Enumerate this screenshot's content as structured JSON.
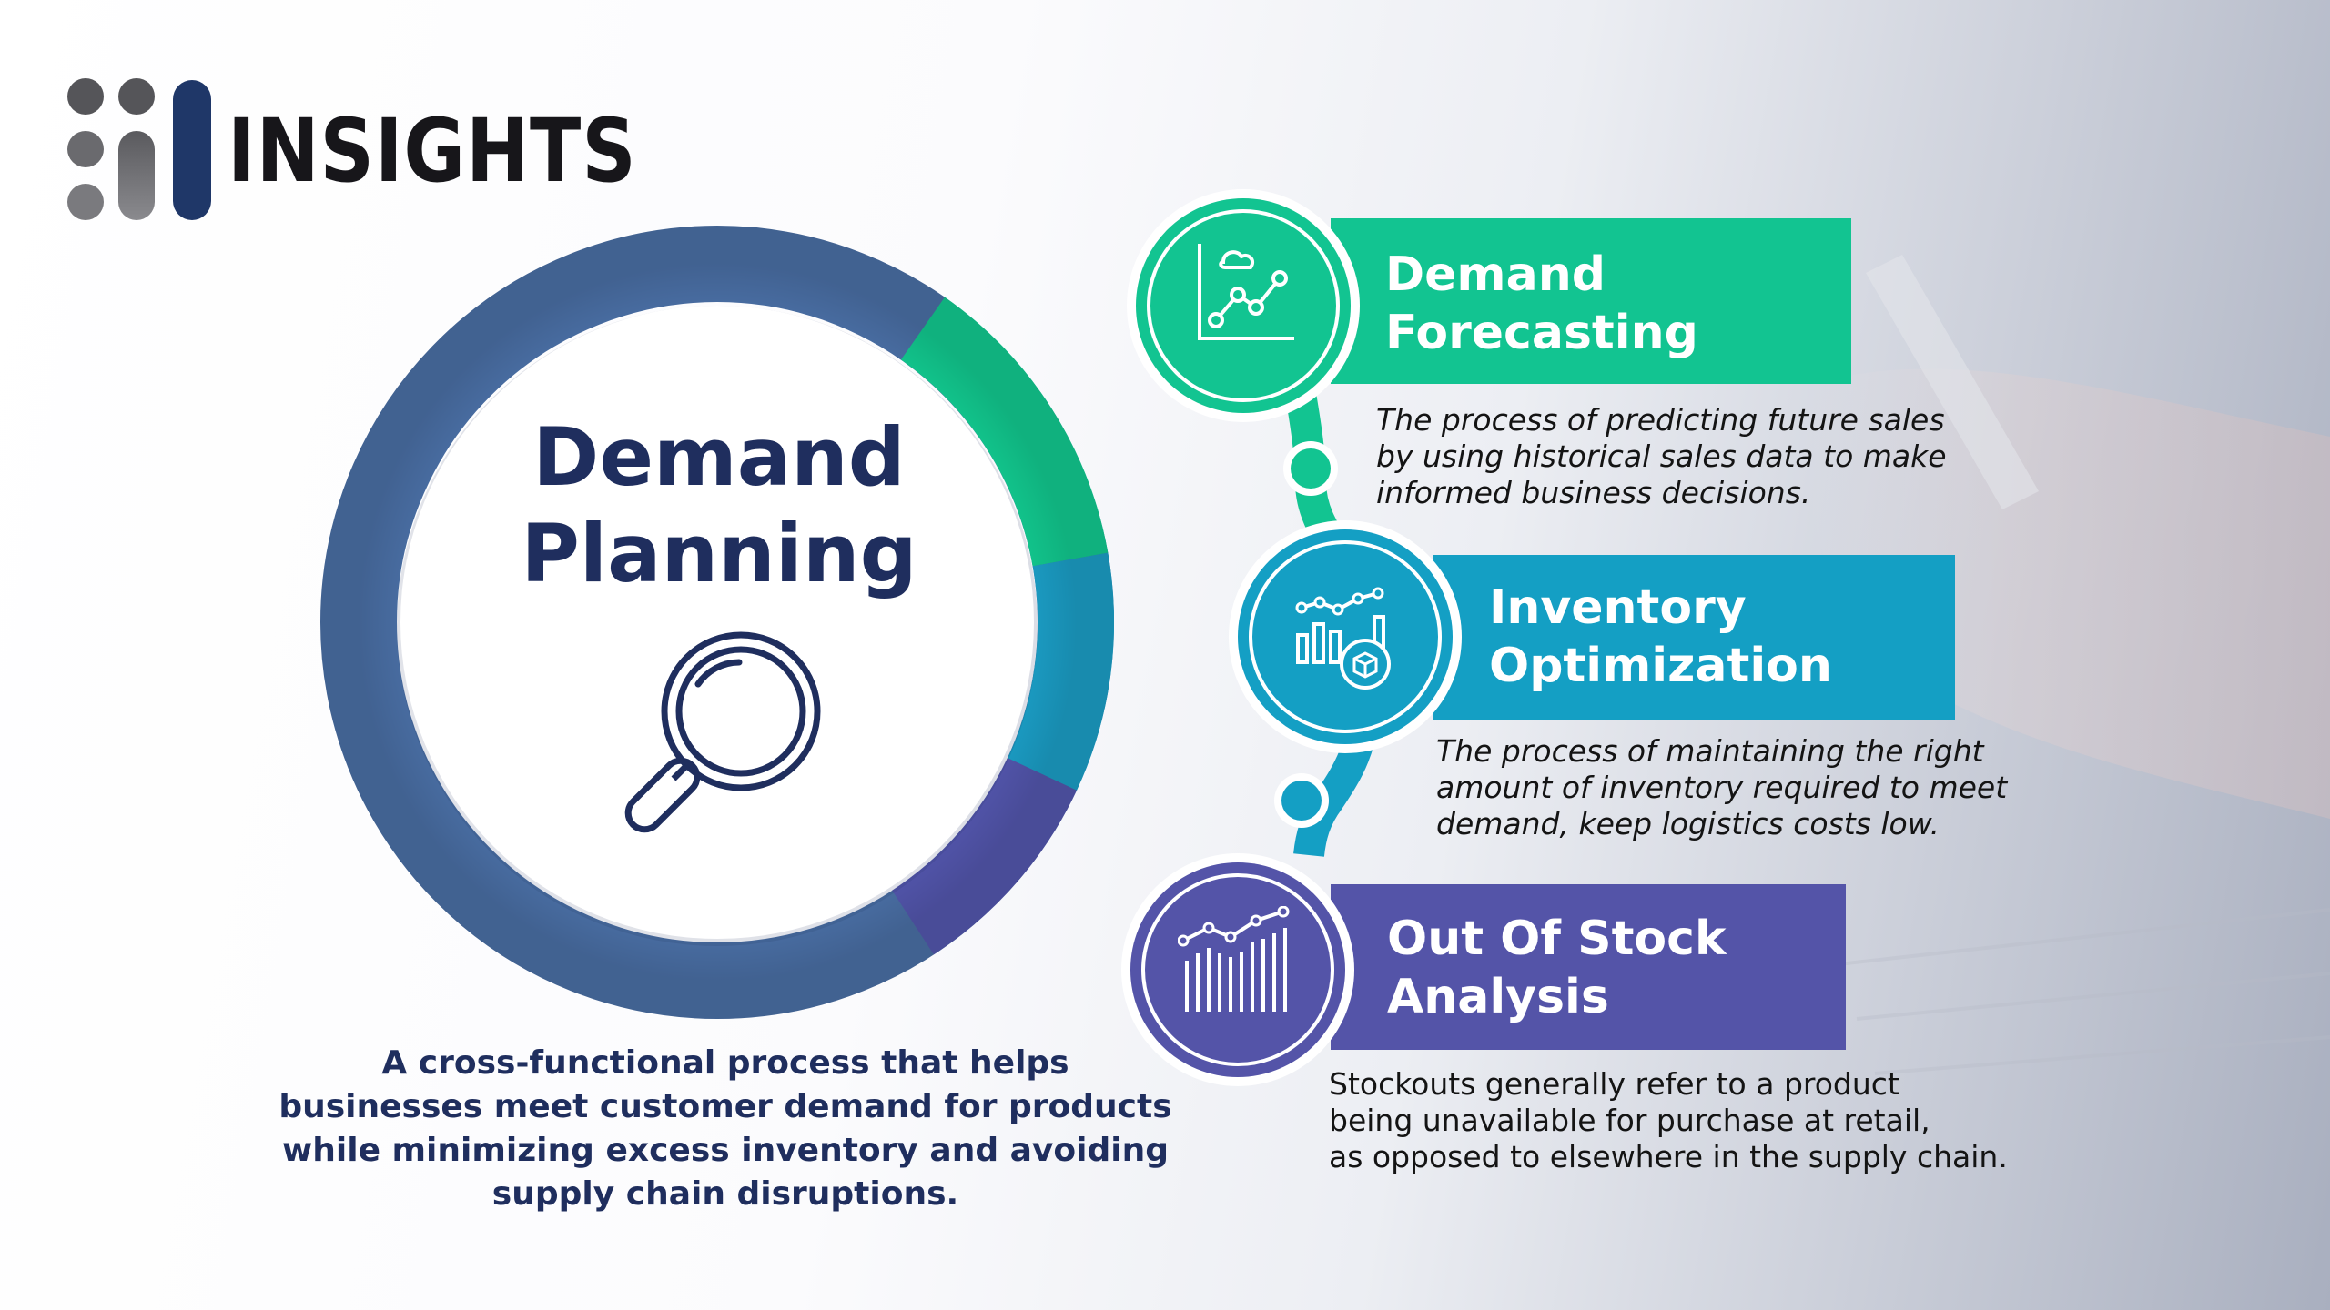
{
  "brand": {
    "name": "INSIGHTS"
  },
  "center": {
    "title_line1": "Demand",
    "title_line2": "Planning",
    "icon": "magnifier-icon"
  },
  "summary": {
    "line1": "A cross-functional process that helps",
    "line2": "businesses meet customer demand for products",
    "line3": "while minimizing excess inventory and avoiding",
    "line4": "supply chain disruptions."
  },
  "steps": [
    {
      "title_line1": "Demand",
      "title_line2": "Forecasting",
      "icon": "forecast-chart-icon",
      "color": "#12c491",
      "desc_line1": "The process of predicting future sales",
      "desc_line2": "by using historical sales data to make",
      "desc_line3": "informed business decisions."
    },
    {
      "title_line1": "Inventory",
      "title_line2": "Optimization",
      "icon": "inventory-box-chart-icon",
      "color": "#149fc4",
      "desc_line1": "The process of maintaining the right",
      "desc_line2": "amount of inventory required to meet",
      "desc_line3": "demand, keep logistics costs low."
    },
    {
      "title_line1": "Out Of Stock",
      "title_line2": "Analysis",
      "icon": "stock-bars-icon",
      "color": "#5454a8",
      "desc_line1": "Stockouts generally refer to a product",
      "desc_line2": "being unavailable for purchase at retail,",
      "desc_line3": "as opposed to elsewhere in the supply chain."
    }
  ],
  "colors": {
    "navy": "#1f2e5e",
    "ring_blue": "#4a6fa5",
    "green": "#12c491",
    "teal": "#149fc4",
    "purple": "#5454a8"
  }
}
